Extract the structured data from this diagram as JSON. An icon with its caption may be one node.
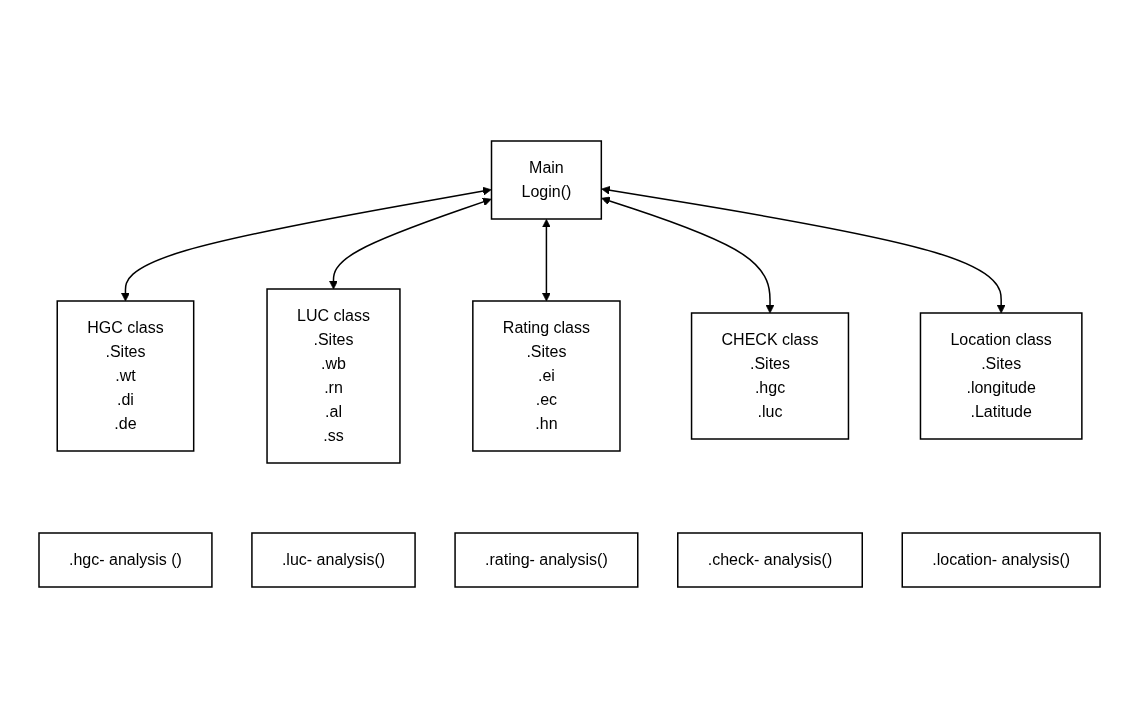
{
  "diagram": {
    "nodes": [
      {
        "text": [
          "Main",
          "Login()"
        ]
      },
      {
        "text": [
          "HGC class",
          ".Sites",
          ".wt",
          ".di",
          ".de"
        ]
      },
      {
        "text": [
          ".hgc- analysis ()"
        ]
      },
      {
        "text": [
          "LUC class",
          ".Sites",
          ".wb",
          ".rn",
          ".al",
          ".ss"
        ]
      },
      {
        "text": [
          ".luc- analysis()"
        ]
      },
      {
        "text": [
          "Rating class",
          ".Sites",
          ".ei",
          ".ec",
          ".hn"
        ]
      },
      {
        "text": [
          ".rating- analysis()"
        ]
      },
      {
        "text": [
          "CHECK class",
          ".Sites",
          ".hgc",
          ".luc"
        ]
      },
      {
        "text": [
          ".check- analysis()"
        ]
      },
      {
        "text": [
          "Location class",
          ".Sites",
          ".longitude",
          ".Latitude"
        ]
      },
      {
        "text": [
          ".location- analysis()"
        ]
      }
    ],
    "edges": [
      {
        "from": 0,
        "to": 1,
        "arrow": "both"
      },
      {
        "from": 0,
        "to": 3,
        "arrow": "both"
      },
      {
        "from": 0,
        "to": 5,
        "arrow": "both"
      },
      {
        "from": 0,
        "to": 7,
        "arrow": "both"
      },
      {
        "from": 0,
        "to": 9,
        "arrow": "both"
      }
    ]
  }
}
